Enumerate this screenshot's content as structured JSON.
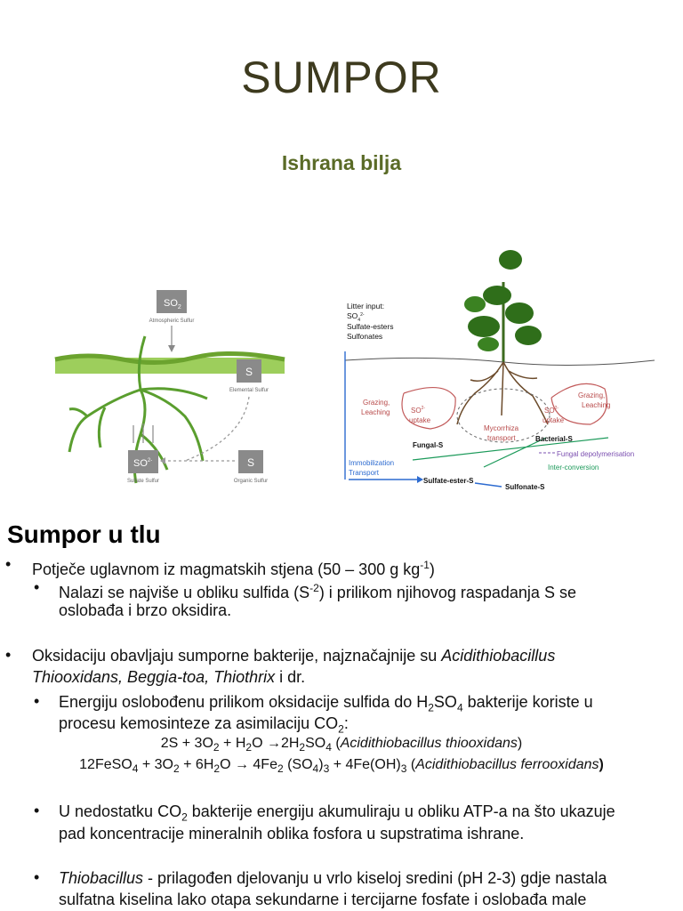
{
  "slide": {
    "title": "SUMPOR",
    "subtitle": "Ishrana bilja"
  },
  "figure_left": {
    "so2_box": "SO",
    "so2_sub": "2",
    "atmospheric_label": "Atmospheric Sulfur",
    "elemental_box": "S",
    "elemental_label": "Elemental Sulfur",
    "sulfate_box": "SO",
    "sulfate_sub": "4",
    "sulfate_sup": "2-",
    "sulfate_label": "Sulfate Sulfur",
    "organic_box": "S",
    "organic_label": "Organic Sulfur"
  },
  "figure_right": {
    "litter_1": "Litter input:",
    "litter_2": "SO",
    "litter_2_sub": "4",
    "litter_2_sup": "2-",
    "litter_3": "Sulfate-esters",
    "litter_4": "Sulfonates",
    "grazing_left_1": "Grazing,",
    "grazing_left_2": "Leaching",
    "grazing_right_1": "Grazing,",
    "grazing_right_2": "Leaching",
    "uptake_left_1": "SO",
    "uptake_left_sup": "2-",
    "uptake_left_2": "uptake",
    "uptake_right_1": "SO",
    "uptake_right_sup": "2-",
    "uptake_right_2": "uptake",
    "mycorrhiza_1": "Mycorrhiza",
    "mycorrhiza_2": "transport",
    "fungal_s": "Fungal-S",
    "bacterial_s": "Bacterial-S",
    "fungal_depoly": "Fungal depolymerisation",
    "inter_conversion": "Inter-conversion",
    "immob_1": "Immobilization",
    "immob_2": "Transport",
    "sulfate_ester_s": "Sulfate-ester-S",
    "sulfonate_s": "Sulfonate-S"
  },
  "section": {
    "heading": "Sumpor u tlu",
    "b1_text": "Potječe uglavnom iz magmatskih stjena (50 – 300 g kg",
    "b1_sup": "-1",
    "b1_end": ")",
    "b1a_line1_pre": "Nalazi se najviše u obliku sulfida (S",
    "b1a_sup": "-2",
    "b1a_line1_post": ") i prilikom njihovog raspadanja S se",
    "b1a_line2": "oslobađa i brzo oksidira.",
    "b2_line1_pre": "Oksidaciju obavljaju sumporne bakterije, najznačajnije su ",
    "b2_line1_it": "Acidithiobacillus",
    "b2_line2_it": "Thiooxidans, Beggia-toa, Thiothrix",
    "b2_line2_post": " i dr.",
    "b2a_line1_pre": "Energiju oslobođenu prilikom oksidacije sulfida do H",
    "b2a_h2so4_sub2": "2",
    "b2a_so": "SO",
    "b2a_sub4": "4",
    "b2a_line1_post": " bakterije koriste u",
    "b2a_line2_pre": "procesu kemosinteze za asimilaciju CO",
    "b2a_line2_sub": "2",
    "b2a_line2_post": ":",
    "eq1_a": "2S + 3O",
    "eq1_b": " + H",
    "eq1_c": "O →2H",
    "eq1_d": "SO",
    "eq1_e": " (",
    "eq1_it": "Acidithiobacillus thiooxidans",
    "eq1_f": ")",
    "eq2_a": "12FeSO",
    "eq2_b": " + 3O",
    "eq2_c": " + 6H",
    "eq2_d": "O → 4Fe",
    "eq2_e": " (SO",
    "eq2_f": ")",
    "eq2_g": " + 4Fe(OH)",
    "eq2_h": " (",
    "eq2_it": "Acidithiobacillus ferrooxidans",
    "eq2_end": ")",
    "b3_line1_pre": "U nedostatku CO",
    "b3_sub": "2",
    "b3_line1_post": " bakterije energiju akumuliraju u obliku ATP-a na što ukazuje",
    "b3_line2": "pad koncentracije mineralnih oblika fosfora u supstratima ishrane.",
    "b4_it": "Thiobacillus",
    "b4_line1_post": " - prilagođen djelovanju u vrlo kiseloj sredini (pH 2-3) gdje nastala",
    "b4_line2": "sulfatna kiselina lako otapa sekundarne i tercijarne fosfate i oslobađa male"
  },
  "colors": {
    "title": "#3d3a1e",
    "subtitle": "#5a6b27",
    "grass": "#7dc242",
    "box": "#8a8a8a"
  }
}
